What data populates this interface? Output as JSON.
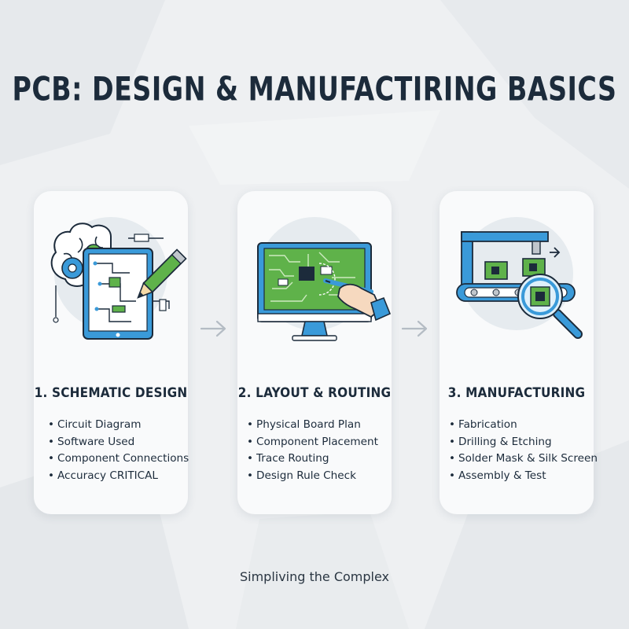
{
  "title": "PCB: DESIGN & MANUFACTIRING BASICS",
  "steps": [
    {
      "title": "1. SCHEMATIC DESIGN",
      "icon": "brain-tablet-schematic-icon",
      "bullets": [
        "Circuit Diagram",
        "Software Used",
        "Component Connections",
        "Accuracy CRITICAL"
      ]
    },
    {
      "title": "2. LAYOUT & ROUTING",
      "icon": "monitor-pcb-pen-icon",
      "bullets": [
        "Physical Board Plan",
        "Component Placement",
        "Trace Routing",
        "Design Rule Check"
      ]
    },
    {
      "title": "3. MANUFACTURING",
      "icon": "conveyor-magnifier-icon",
      "bullets": [
        "Fabrication",
        "Drilling & Etching",
        "Solder Mask & Silk Screen",
        "Assembly & Test"
      ]
    }
  ],
  "footer": "Simpliving the Complex",
  "colors": {
    "background": "#eef0f2",
    "card": "#f9fafb",
    "text": "#1c2b3b",
    "blue": "#3a9ad9",
    "green": "#5fb24a",
    "arrow": "#b4bcc4"
  }
}
